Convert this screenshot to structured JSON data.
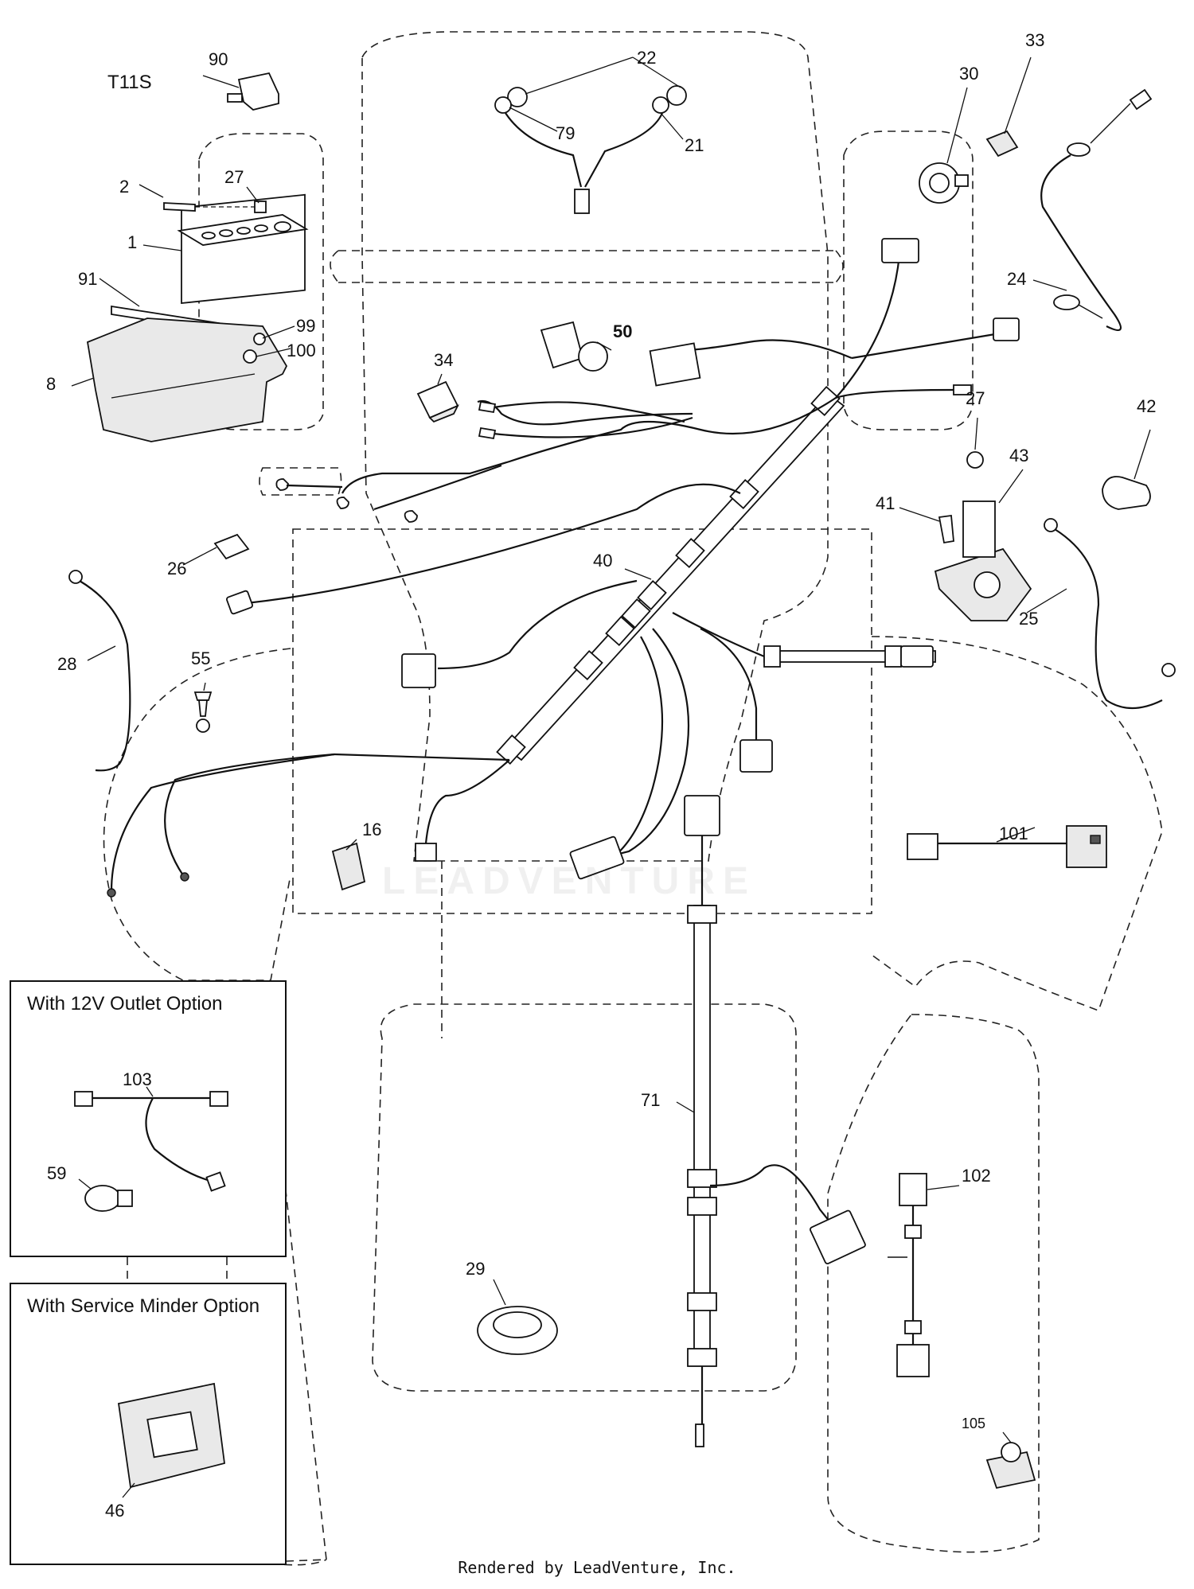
{
  "diagram": {
    "model_code": "T11S",
    "watermark": "LEADVENTURE",
    "footer": "Rendered by LeadVenture, Inc."
  },
  "callouts": {
    "c1": "1",
    "c2": "2",
    "c8": "8",
    "c16": "16",
    "c21": "21",
    "c22": "22",
    "c24": "24",
    "c25": "25",
    "c26": "26",
    "c27a": "27",
    "c27b": "27",
    "c28": "28",
    "c29": "29",
    "c30": "30",
    "c33": "33",
    "c34": "34",
    "c40": "40",
    "c41": "41",
    "c42": "42",
    "c43": "43",
    "c46": "46",
    "c50": "50",
    "c55": "55",
    "c59": "59",
    "c71": "71",
    "c79": "79",
    "c90": "90",
    "c91": "91",
    "c99": "99",
    "c100": "100",
    "c101": "101",
    "c102": "102",
    "c103": "103",
    "c105": "105"
  },
  "insets": {
    "outlet_option": {
      "title": "With 12V Outlet Option"
    },
    "service_minder_option": {
      "title": "With Service Minder Option"
    }
  }
}
